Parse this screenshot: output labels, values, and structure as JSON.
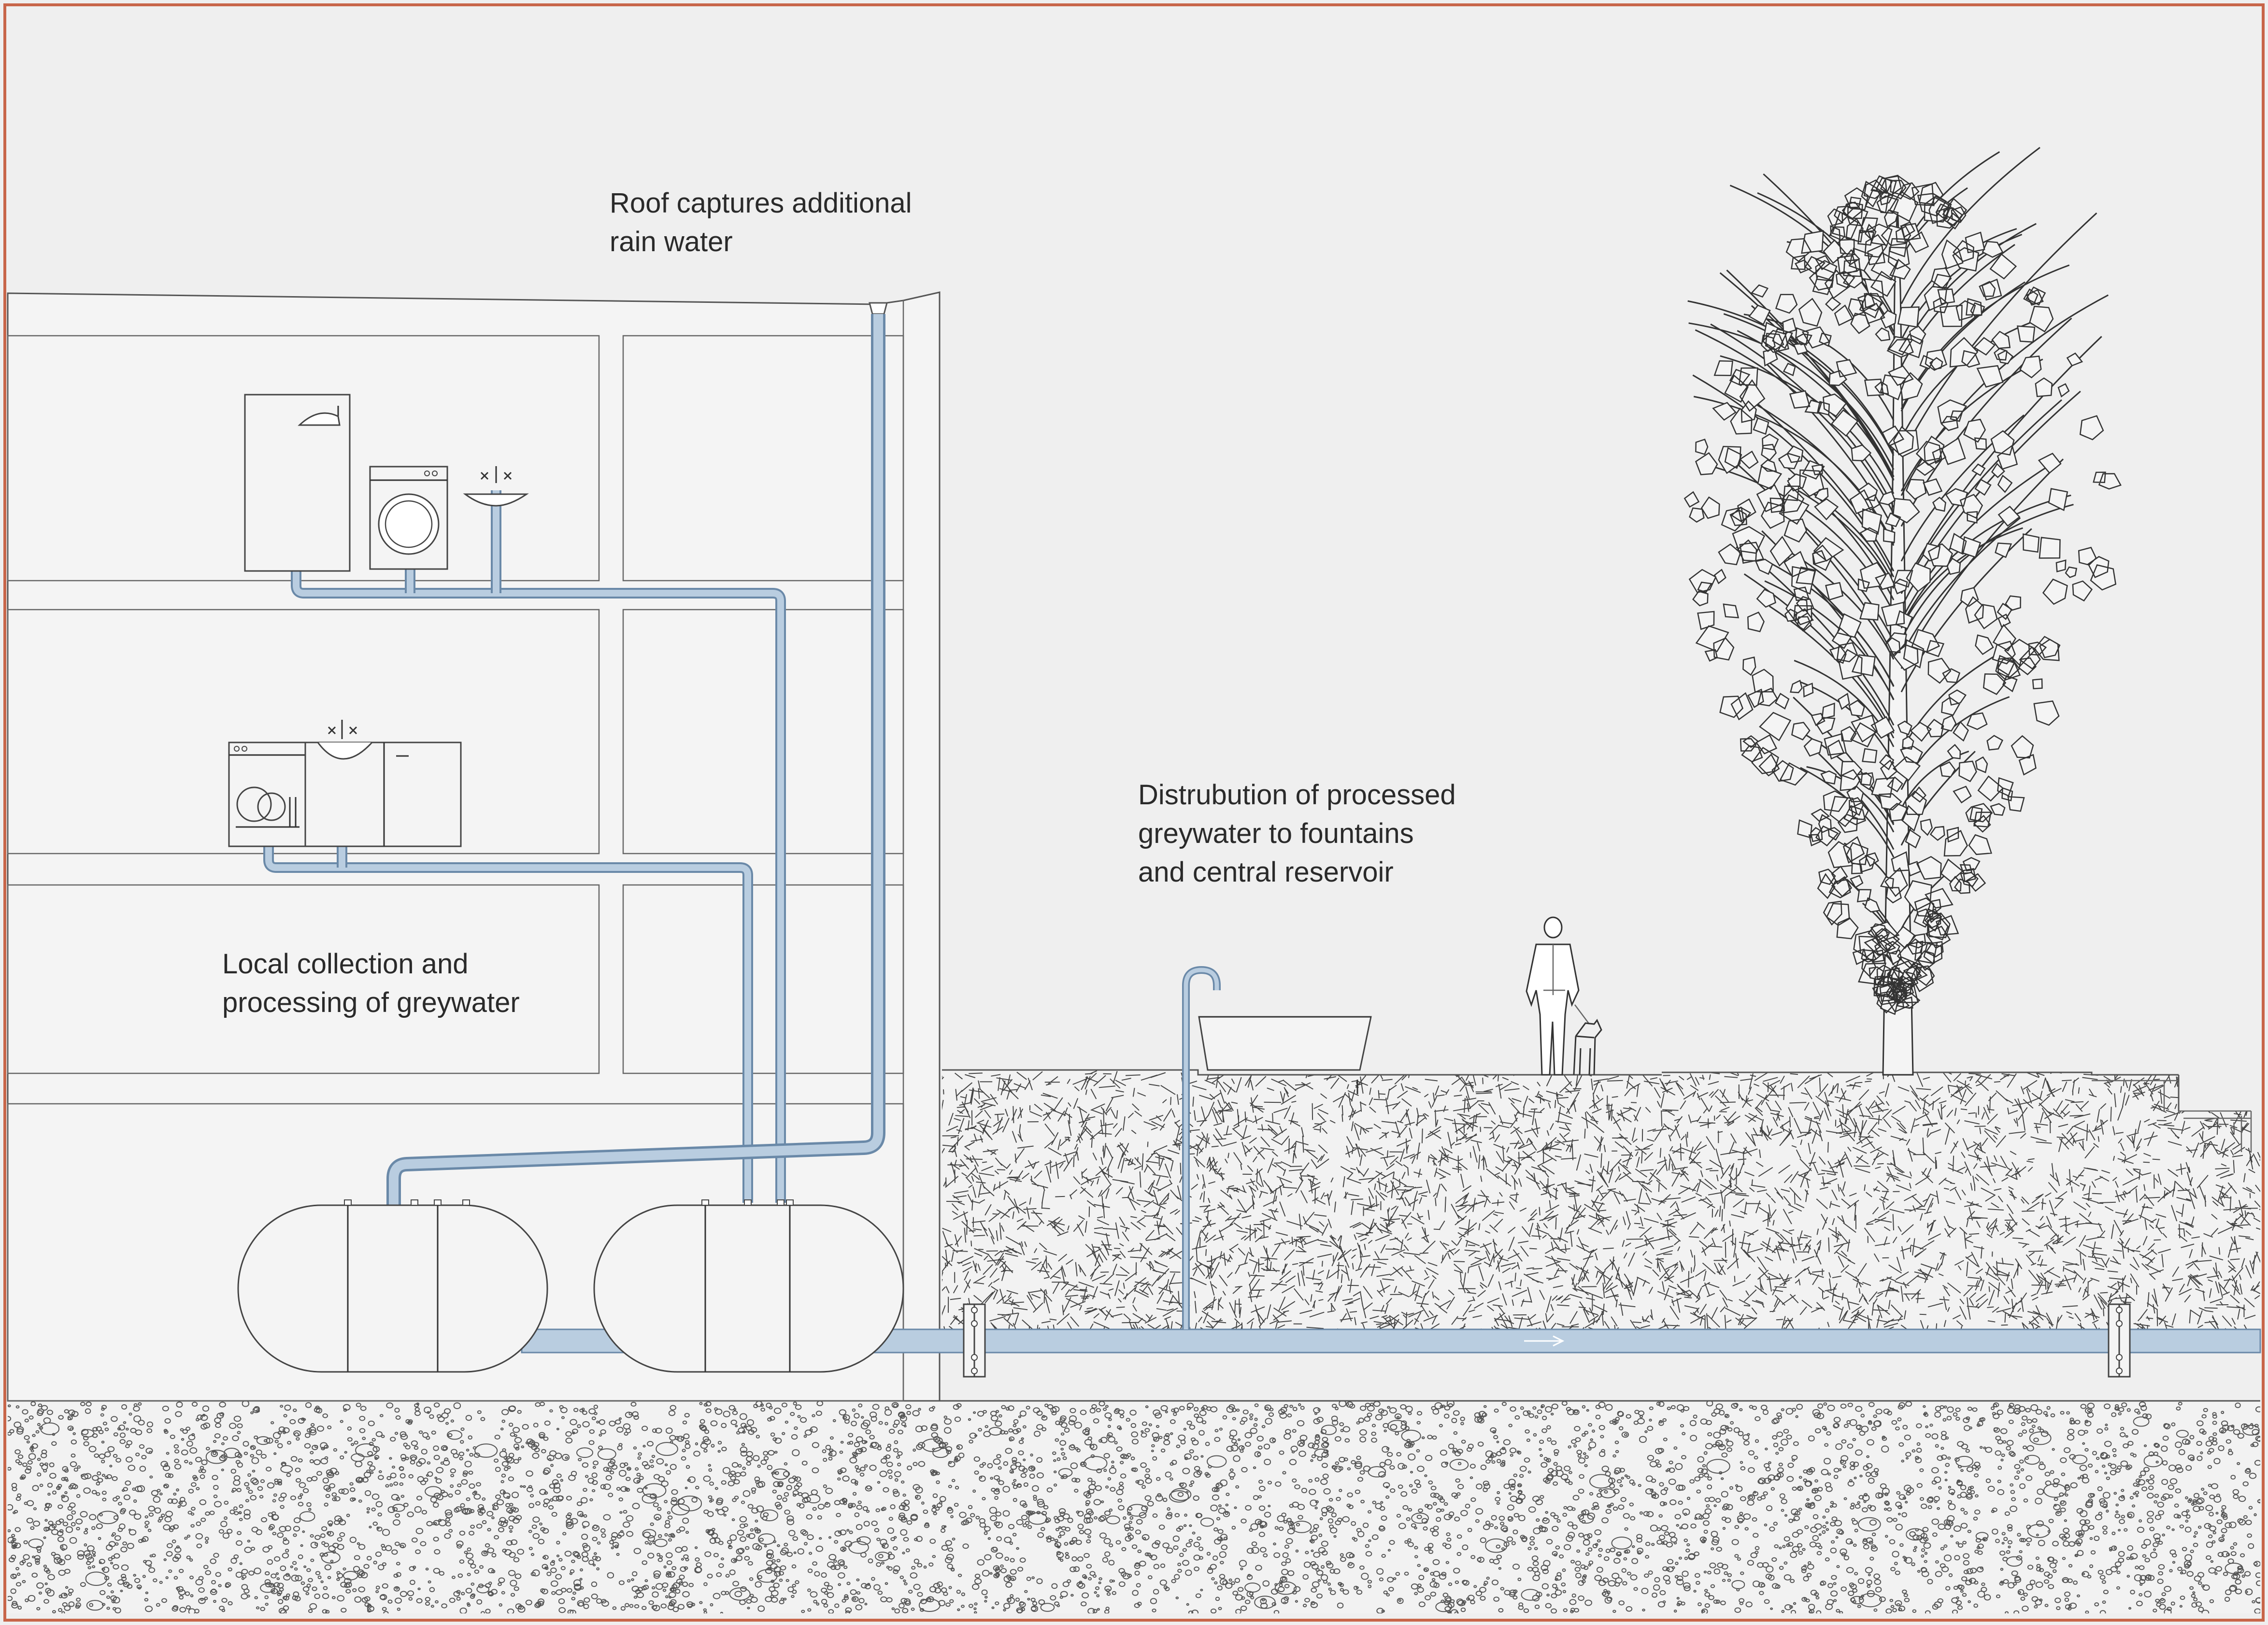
{
  "labels": {
    "roof": [
      "Roof captures additional",
      "rain water"
    ],
    "distribution": [
      "Distrubution of processed",
      "greywater to fountains",
      "and central reservoir"
    ],
    "local": [
      "Local collection and",
      "processing of greywater"
    ]
  },
  "colors": {
    "frame": "#c8664a",
    "background": "#efefef",
    "line": "#555555",
    "pipe_fill": "#b9cde0",
    "pipe_stroke": "#6a89a8"
  },
  "icons": [
    "shower-icon",
    "washing-machine-icon",
    "sink-icon",
    "dishwasher-icon",
    "kitchen-sink-icon",
    "water-tank-icon",
    "fountain-icon",
    "flower-planter-icon",
    "person-with-dog-icon",
    "tree-icon"
  ]
}
